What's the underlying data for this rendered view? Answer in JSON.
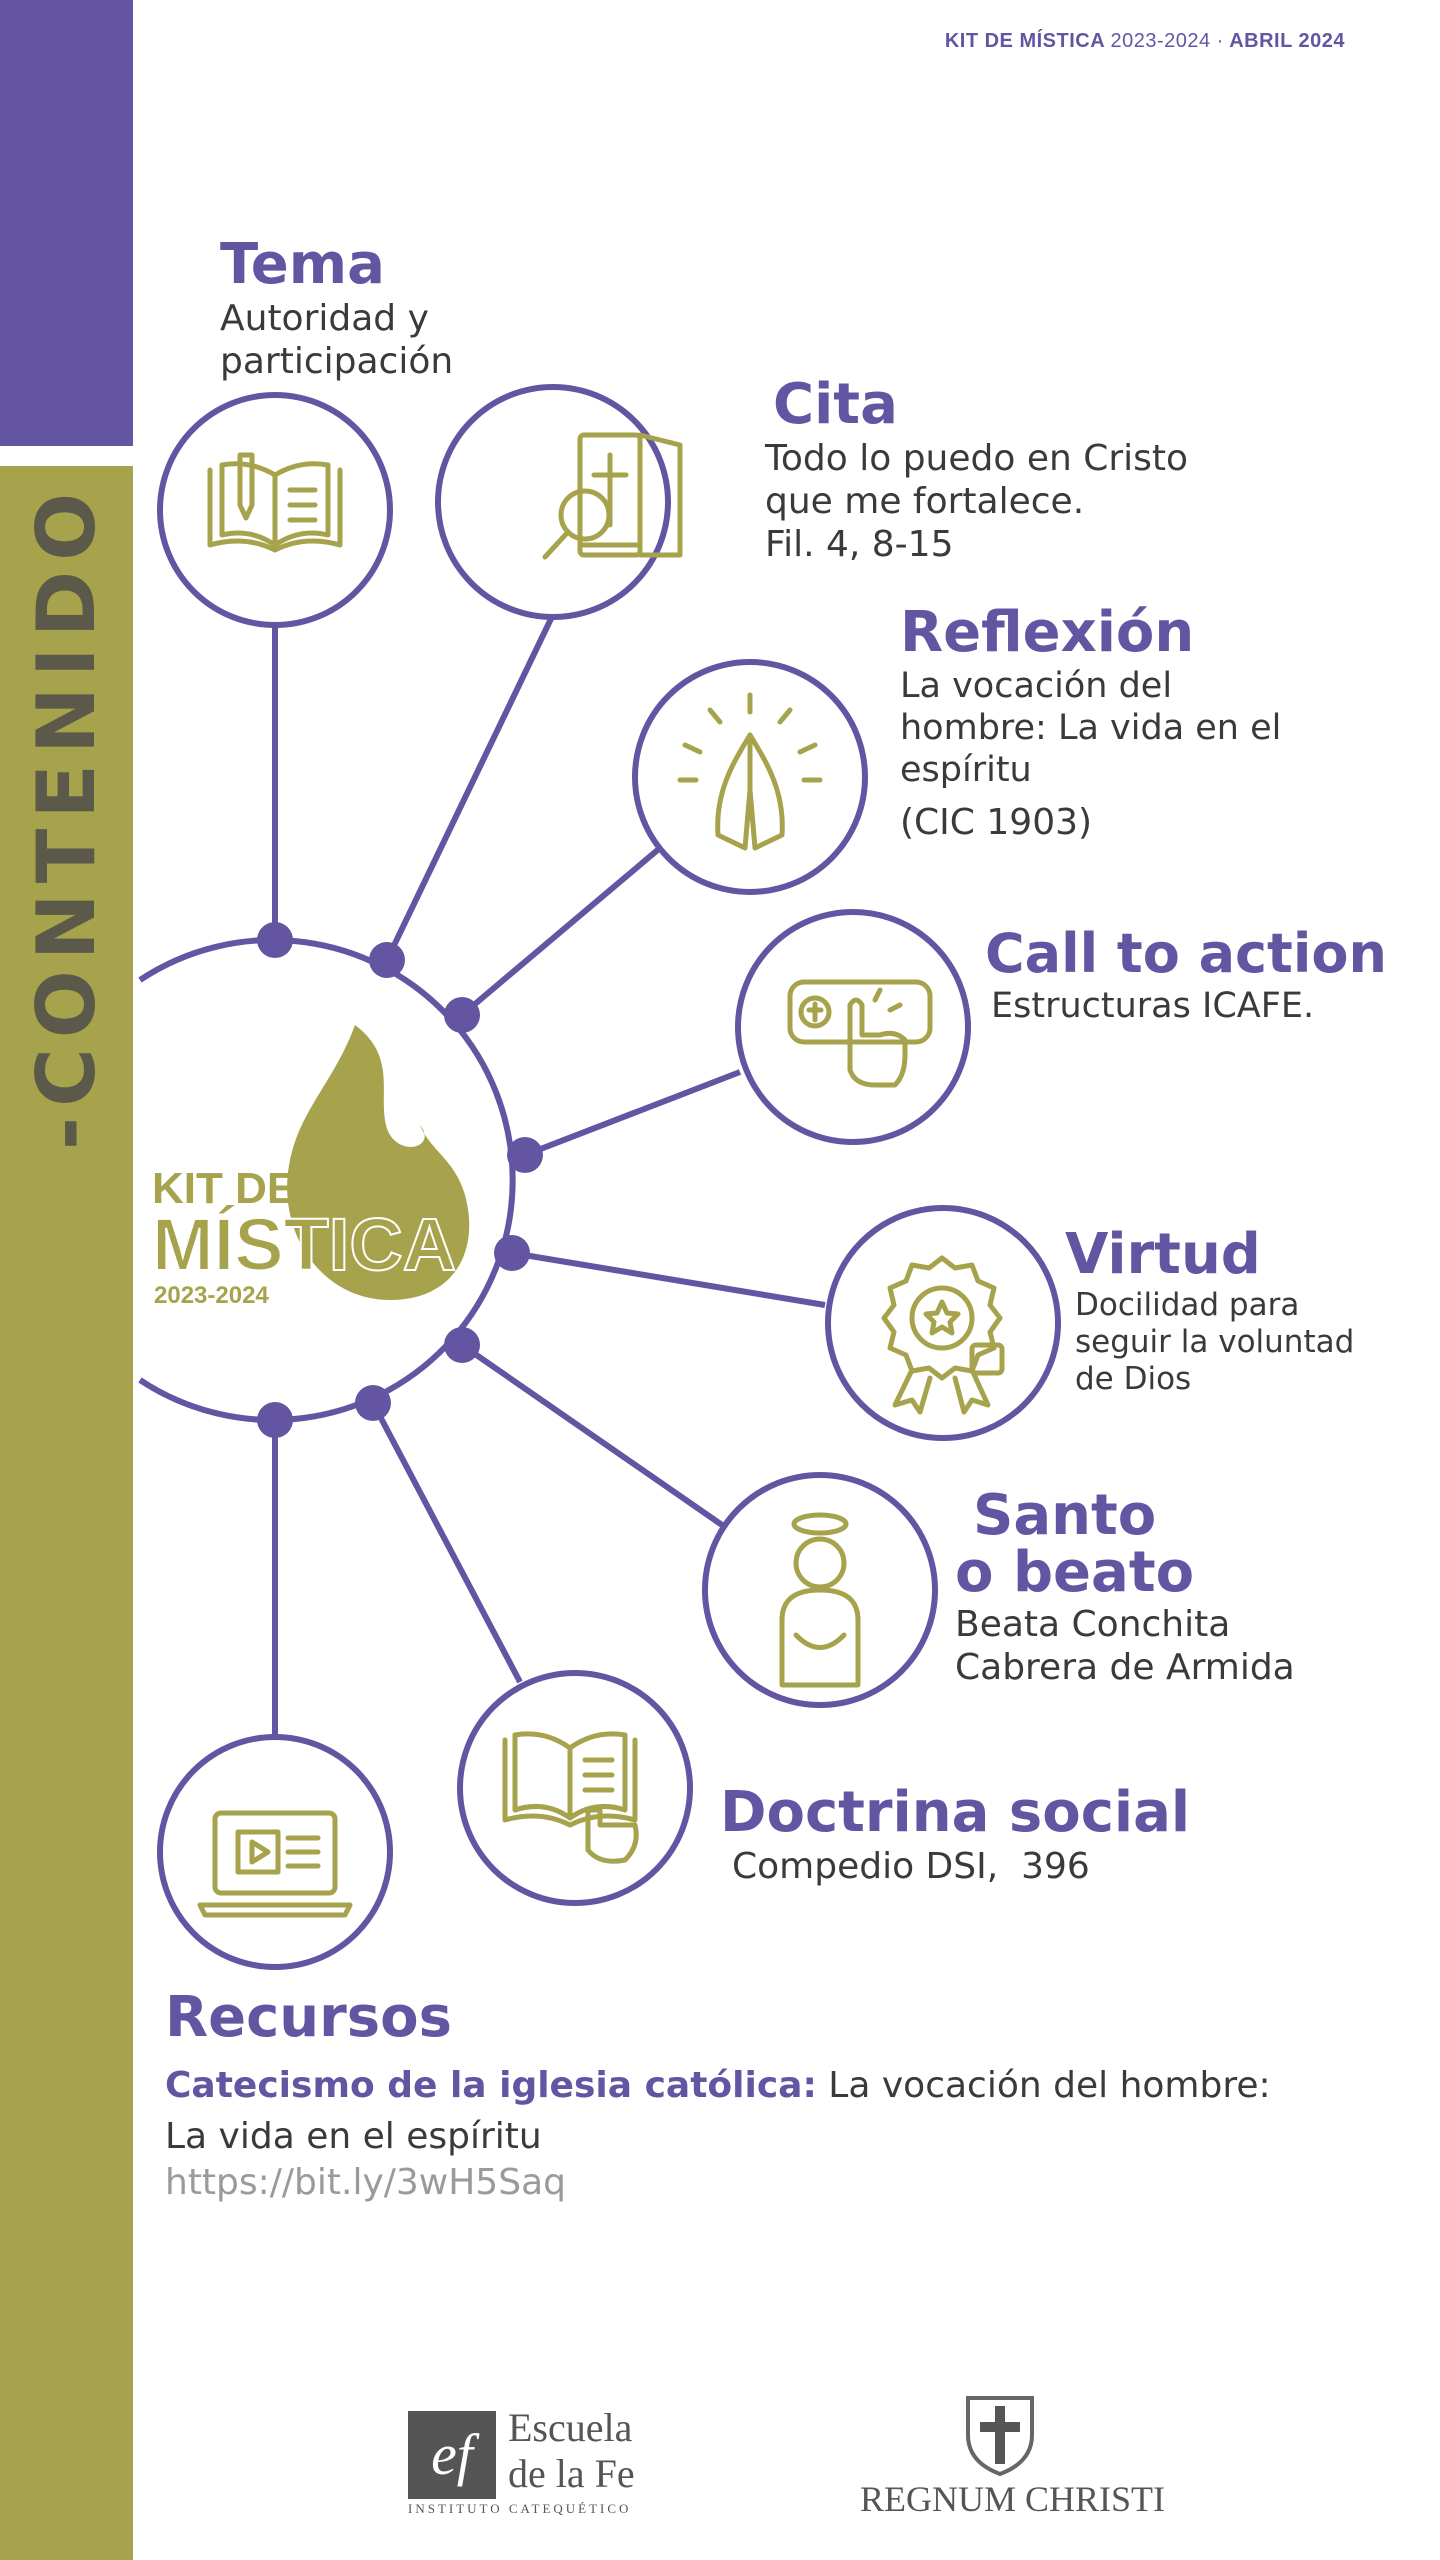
{
  "header": {
    "kit": "KIT DE MÍSTICA",
    "year": "2023-2024",
    "sep": "·",
    "date": "ABRIL 2024"
  },
  "side_label": "-CONTENIDO",
  "logo": {
    "line1": "KIT DE",
    "line2": "MÍSTICA",
    "year": "2023-2024"
  },
  "items": {
    "tema": {
      "title": "Tema",
      "lines": [
        "Autoridad y",
        "participación"
      ]
    },
    "cita": {
      "title": "Cita",
      "lines": [
        "Todo lo puedo en Cristo",
        "que me fortalece.",
        "Fil. 4, 8-15"
      ]
    },
    "reflexion": {
      "title": "Reflexión",
      "lines": [
        "La vocación del",
        "hombre: La vida en el",
        "espíritu"
      ],
      "ref": "(CIC 1903)"
    },
    "call": {
      "title": "Call to action",
      "lines": [
        "Estructuras ICAFE."
      ]
    },
    "virtud": {
      "title": "Virtud",
      "lines": [
        "Docilidad para",
        "seguir la voluntad",
        "de Dios"
      ]
    },
    "santo": {
      "title_line1": "Santo",
      "title_line2": "o beato",
      "lines": [
        "Beata Conchita",
        "Cabrera de Armida"
      ]
    },
    "doctrina": {
      "title": "Doctrina social",
      "lines": [
        "Compedio DSI,  396"
      ]
    }
  },
  "recursos": {
    "title": "Recursos",
    "bold": "Catecismo de la iglesia católica:",
    "text1": " La vocación del hombre:",
    "text2": "La vida en el espíritu",
    "link": "https://bit.ly/3wH5Saq"
  },
  "footer": {
    "ef_mark": "ef",
    "ef_line1": "Escuela",
    "ef_line2": "de la Fe",
    "ef_sub": "INSTITUTO CATEQUÉTICO",
    "rc": "REGNUM CHRISTI"
  },
  "icons": {
    "tema": "open-book-pen-icon",
    "cita": "bible-magnifier-icon",
    "reflexion": "praying-hands-icon",
    "call": "click-button-icon",
    "virtud": "award-badge-icon",
    "santo": "saint-halo-icon",
    "doctrina": "book-hand-icon",
    "recursos": "laptop-video-icon"
  },
  "colors": {
    "purple": "#6455a2",
    "olive": "#a6a34c",
    "text": "#3a3a3a"
  }
}
